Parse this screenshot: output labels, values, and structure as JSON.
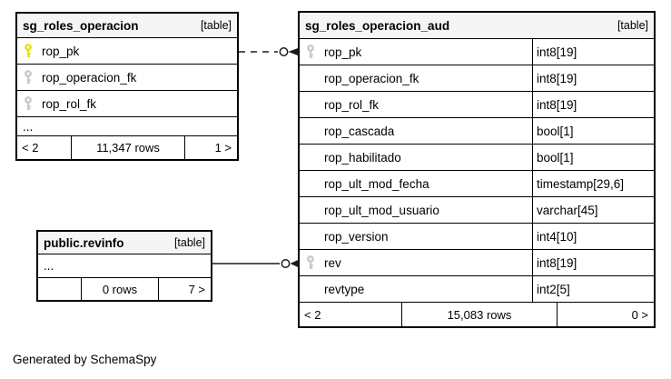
{
  "page": {
    "generator_note": "Generated by SchemaSpy"
  },
  "colors": {
    "header_bg": "#f5f5f5",
    "table_border": "#000000",
    "primary_key_icon": "#e4e40e",
    "foreign_key_icon": "#c9c9c9",
    "relationship_line": "#1a1a1a"
  },
  "tables": [
    {
      "name": "sg_roles_operacion",
      "badge": "[table]",
      "columns": [
        {
          "name": "rop_pk",
          "key": "primary-key"
        },
        {
          "name": "rop_operacion_fk",
          "key": "foreign-key"
        },
        {
          "name": "rop_rol_fk",
          "key": "foreign-key"
        }
      ],
      "ellipsis": "...",
      "pager": {
        "prev": "< 2",
        "rows": "11,347 rows",
        "next": "1 >"
      }
    },
    {
      "name": "sg_roles_operacion_aud",
      "badge": "[table]",
      "columns": [
        {
          "name": "rop_pk",
          "type": "int8[19]",
          "key": "foreign-key"
        },
        {
          "name": "rop_operacion_fk",
          "type": "int8[19]"
        },
        {
          "name": "rop_rol_fk",
          "type": "int8[19]"
        },
        {
          "name": "rop_cascada",
          "type": "bool[1]"
        },
        {
          "name": "rop_habilitado",
          "type": "bool[1]"
        },
        {
          "name": "rop_ult_mod_fecha",
          "type": "timestamp[29,6]"
        },
        {
          "name": "rop_ult_mod_usuario",
          "type": "varchar[45]"
        },
        {
          "name": "rop_version",
          "type": "int4[10]"
        },
        {
          "name": "rev",
          "type": "int8[19]",
          "key": "foreign-key"
        },
        {
          "name": "revtype",
          "type": "int2[5]"
        }
      ],
      "pager": {
        "prev": "< 2",
        "rows": "15,083 rows",
        "next": "0 >"
      }
    },
    {
      "name": "public.revinfo",
      "badge": "[table]",
      "ellipsis": "...",
      "pager": {
        "prev": "",
        "rows": "0 rows",
        "next": "7 >"
      }
    }
  ]
}
